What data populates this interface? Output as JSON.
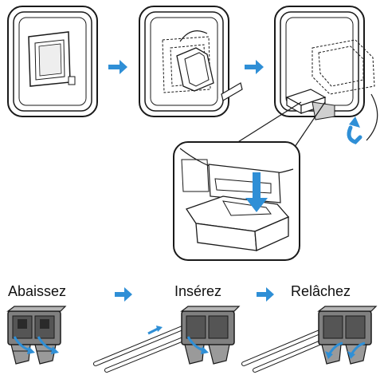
{
  "steps": {
    "lower": "Abaissez",
    "insert": "Insérez",
    "release": "Relâchez"
  },
  "colors": {
    "arrow": "#2f8fd6",
    "outline": "#1a1a1a",
    "frame_fill": "#ffffff",
    "connector_fill": "#707070",
    "lever_fill": "#9a9a9a",
    "zoom_bg": "#ffffff"
  },
  "icons": [
    "step-arrow-icon",
    "rotate-arrow-icon",
    "press-down-arrow-icon",
    "insert-arrow-icon",
    "press-lever-arrow-icon"
  ]
}
